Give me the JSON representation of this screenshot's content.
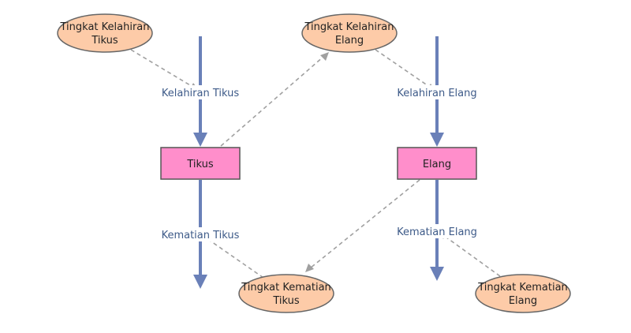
{
  "stocks": [
    {
      "id": "tikus",
      "label": "Tikus"
    },
    {
      "id": "elang",
      "label": "Elang"
    }
  ],
  "flows": [
    {
      "id": "kelahiran_tikus",
      "label": "Kelahiran Tikus"
    },
    {
      "id": "kematian_tikus",
      "label": "Kematian Tikus"
    },
    {
      "id": "kelahiran_elang",
      "label": "Kelahiran Elang"
    },
    {
      "id": "kematian_elang",
      "label": "Kematian Elang"
    }
  ],
  "variables": [
    {
      "id": "tingkat_kelahiran_tikus",
      "lines": [
        "Tingkat Kelahiran",
        "Tikus"
      ]
    },
    {
      "id": "tingkat_kelahiran_elang",
      "lines": [
        "Tingkat Kelahiran",
        "Elang"
      ]
    },
    {
      "id": "tingkat_kematian_tikus",
      "lines": [
        "Tingkat Kematian",
        "Tikus"
      ]
    },
    {
      "id": "tingkat_kematian_elang",
      "lines": [
        "Tingkat Kematian",
        "Elang"
      ]
    }
  ],
  "links": [
    {
      "from": "tingkat_kelahiran_tikus",
      "to": "kelahiran_tikus"
    },
    {
      "from": "tikus",
      "to": "tingkat_kelahiran_elang"
    },
    {
      "from": "tingkat_kelahiran_elang",
      "to": "kelahiran_elang"
    },
    {
      "from": "elang",
      "to": "tingkat_kematian_tikus"
    },
    {
      "from": "tingkat_kematian_tikus",
      "to": "kematian_tikus"
    },
    {
      "from": "tingkat_kematian_elang",
      "to": "kematian_elang"
    }
  ],
  "colors": {
    "stock_fill": "#ff8ecb",
    "variable_fill": "#fdcba8",
    "flow_pipe": "#6a80b8",
    "flow_label": "#3d5a88",
    "link": "#a0a0a0"
  }
}
